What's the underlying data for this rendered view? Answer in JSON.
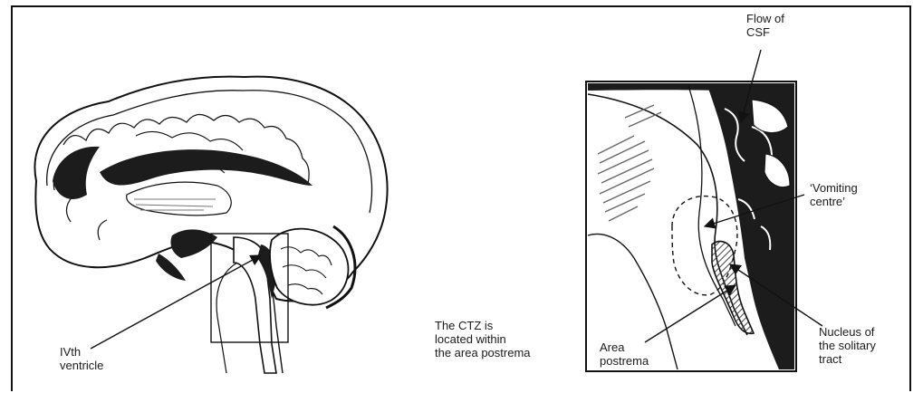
{
  "labels": {
    "flow_of_csf": "Flow of\nCSF",
    "vomiting_centre": "‘Vomiting\ncentre’",
    "nucleus": "Nucleus of\nthe solitary\ntract",
    "area_postrema": "Area\npostrema",
    "ctz_caption": "The CTZ is\nlocated within\nthe area postrema",
    "ivth_ventricle": "IVth\nventricle"
  },
  "colors": {
    "ink": "#111111",
    "fill_dark": "#1c1c1c",
    "hatch": "#666666"
  }
}
